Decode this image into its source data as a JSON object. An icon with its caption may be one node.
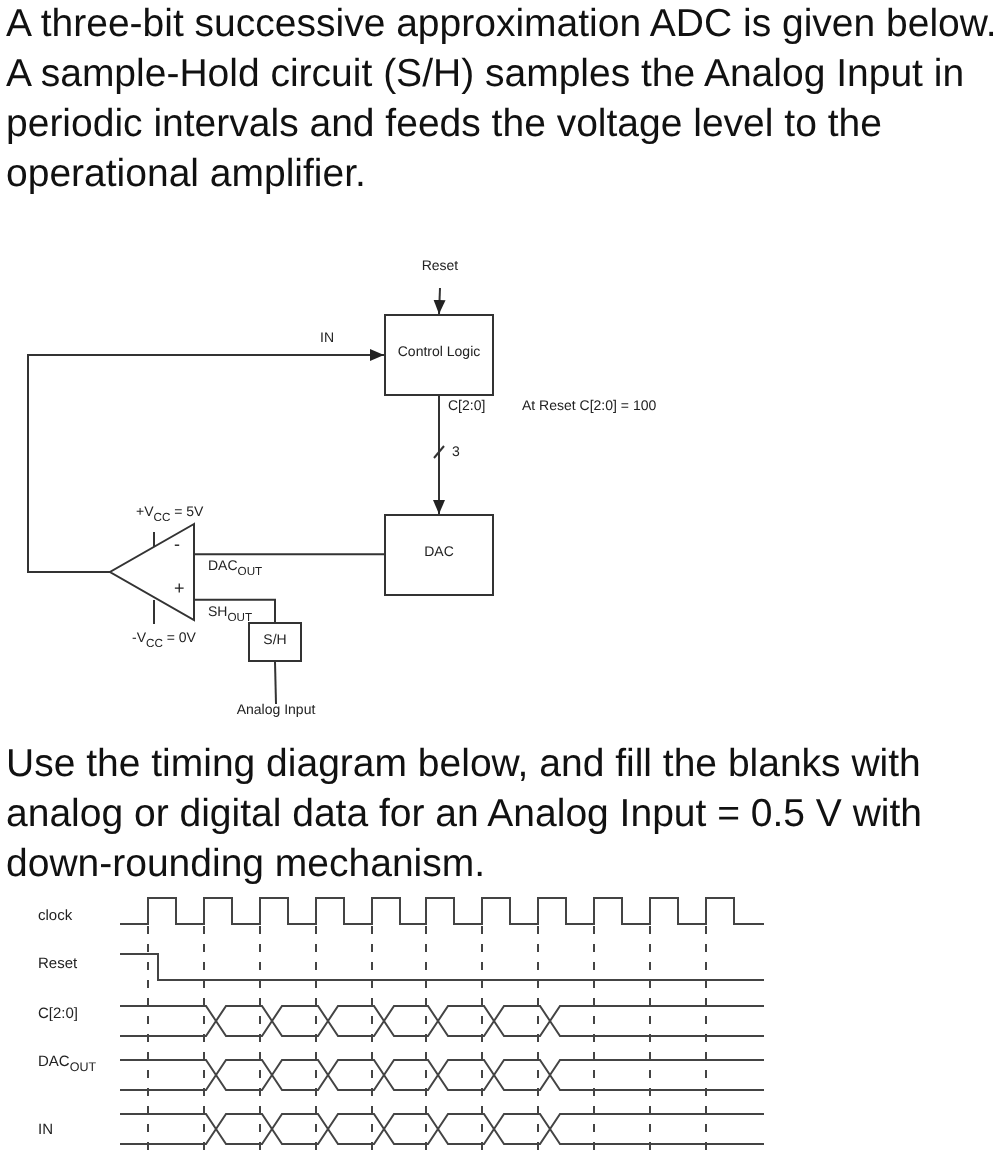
{
  "diagram": {
    "nodes": [
      {
        "text": [
          "Control Logic"
        ]
      },
      {
        "text": [
          "DAC"
        ]
      },
      {
        "text": [
          "-",
          "+"
        ],
        "beside": [
          "+V$_{CC}$ = 5V",
          "-V$_{CC}$ = 0V"
        ]
      },
      {
        "text": [
          "S/H"
        ]
      },
      {
        "text": [
          "Reset"
        ]
      },
      {
        "text": [
          "Analog Input"
        ]
      }
    ],
    "edges": [
      {
        "from": 4,
        "to": 0,
        "arrow": "to"
      },
      {
        "from": 0,
        "to": 1,
        "arrow": "to",
        "label": "C[2:0]"
      },
      {
        "from": 2,
        "to": 0,
        "arrow": "to",
        "label": "IN"
      },
      {
        "from": 1,
        "to": 2,
        "arrow": "none",
        "label": "DAC$_{OUT}$"
      },
      {
        "from": 3,
        "to": 2,
        "arrow": "none",
        "label": "SH$_{OUT}$"
      },
      {
        "from": 5,
        "to": 3,
        "arrow": "none"
      }
    ],
    "labels": [
      "A three-bit successive approximation ADC is given below. A sample-Hold circuit (S/H) samples the Analog Input in periodic intervals and feeds the voltage level to the operational amplifier.",
      "At Reset  C[2:0] = 100",
      "3",
      "Use the timing diagram below, and fill the blanks with analog or digital data for an Analog Input = 0.5 V with down-rounding mechanism.",
      "clock",
      "Reset",
      "C[2:0]",
      "DAC$_{OUT}$",
      "IN"
    ]
  }
}
